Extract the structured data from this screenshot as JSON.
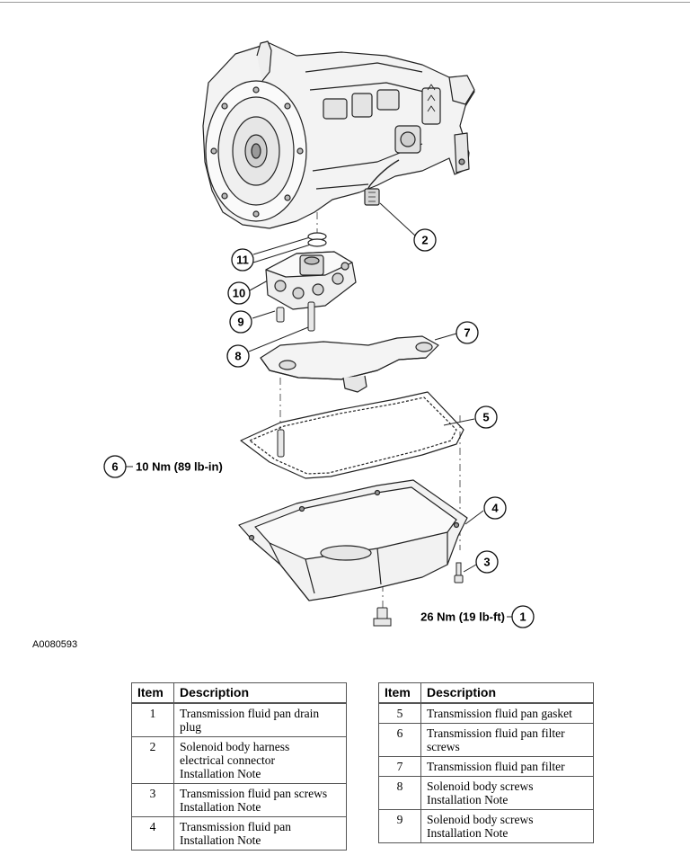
{
  "figure_id": "A0080593",
  "callouts": {
    "c1": "1",
    "c2": "2",
    "c3": "3",
    "c4": "4",
    "c5": "5",
    "c6": "6",
    "c7": "7",
    "c8": "8",
    "c9": "9",
    "c10": "10",
    "c11": "11"
  },
  "torque": {
    "item1": "26 Nm (19 lb-ft)",
    "item6": "10 Nm (89 lb-in)"
  },
  "table": {
    "header_item": "Item",
    "header_description": "Description",
    "left_rows": [
      {
        "item": "1",
        "lines": [
          "Transmission fluid pan drain",
          "plug"
        ]
      },
      {
        "item": "2",
        "lines": [
          "Solenoid body harness",
          "electrical connector",
          "Installation Note"
        ]
      },
      {
        "item": "3",
        "lines": [
          "Transmission fluid pan screws",
          "Installation Note"
        ]
      },
      {
        "item": "4",
        "lines": [
          "Transmission fluid pan",
          "Installation Note"
        ]
      }
    ],
    "right_rows": [
      {
        "item": "5",
        "lines": [
          "Transmission fluid pan gasket"
        ]
      },
      {
        "item": "6",
        "lines": [
          "Transmission fluid pan filter",
          "screws"
        ]
      },
      {
        "item": "7",
        "lines": [
          "Transmission fluid pan filter"
        ]
      },
      {
        "item": "8",
        "lines": [
          "Solenoid body screws",
          "Installation Note"
        ]
      },
      {
        "item": "9",
        "lines": [
          "Solenoid body screws",
          "Installation Note"
        ]
      }
    ]
  }
}
